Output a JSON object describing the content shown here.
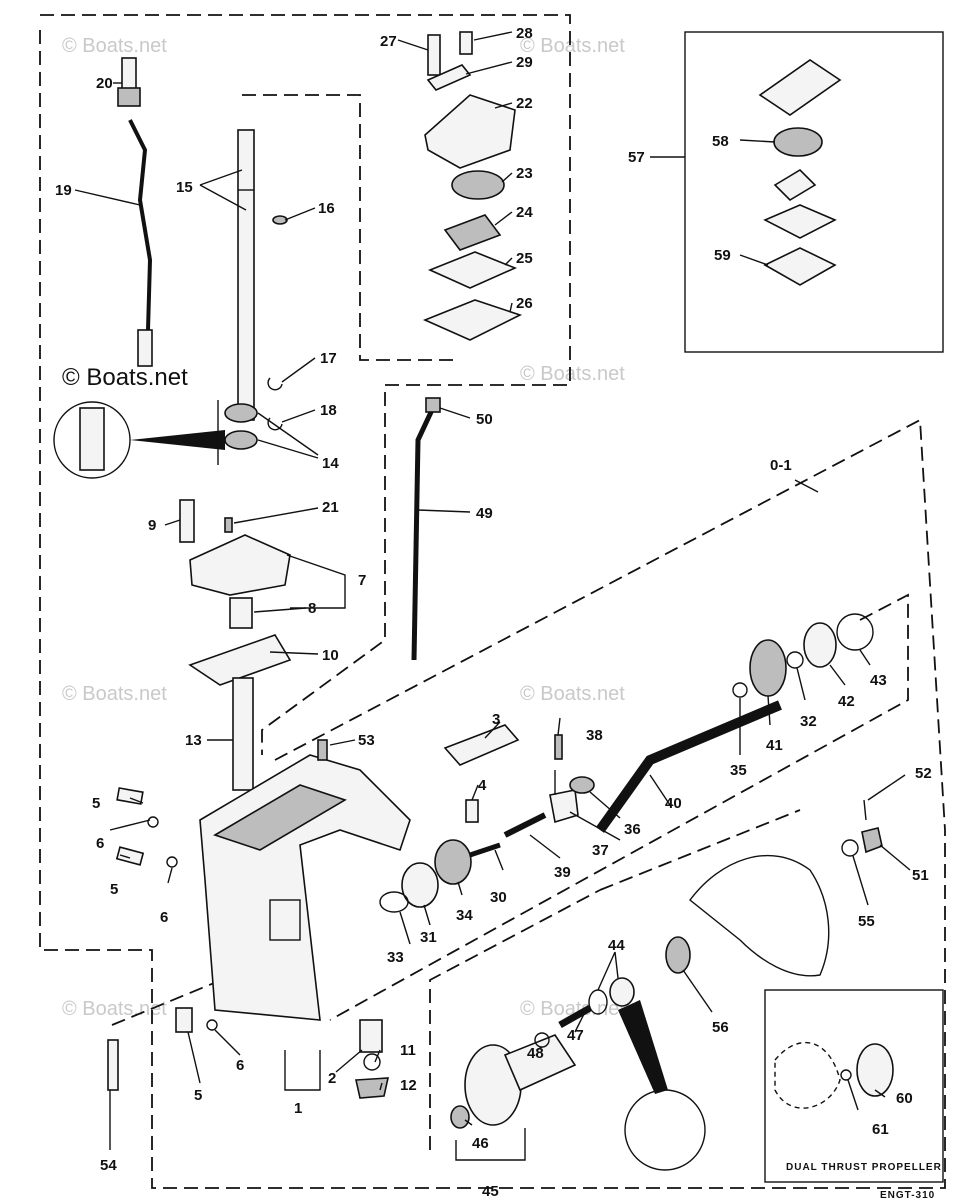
{
  "watermark": "© Boats.net",
  "copyright_notice": "© Boats.net",
  "inset_caption": "DUAL THRUST PROPELLER",
  "part_numbers": [
    "0-1",
    "1",
    "2",
    "3",
    "4",
    "5",
    "6",
    "7",
    "8",
    "9",
    "10",
    "11",
    "12",
    "13",
    "14",
    "15",
    "16",
    "17",
    "18",
    "19",
    "20",
    "21",
    "22",
    "23",
    "24",
    "25",
    "26",
    "27",
    "28",
    "29",
    "30",
    "31",
    "32",
    "33",
    "34",
    "35",
    "36",
    "37",
    "38",
    "39",
    "40",
    "41",
    "42",
    "43",
    "44",
    "45",
    "46",
    "47",
    "48",
    "49",
    "50",
    "51",
    "52",
    "53",
    "54",
    "55",
    "56",
    "57",
    "58",
    "59",
    "60",
    "61"
  ],
  "corner_code": "ENGT-310"
}
